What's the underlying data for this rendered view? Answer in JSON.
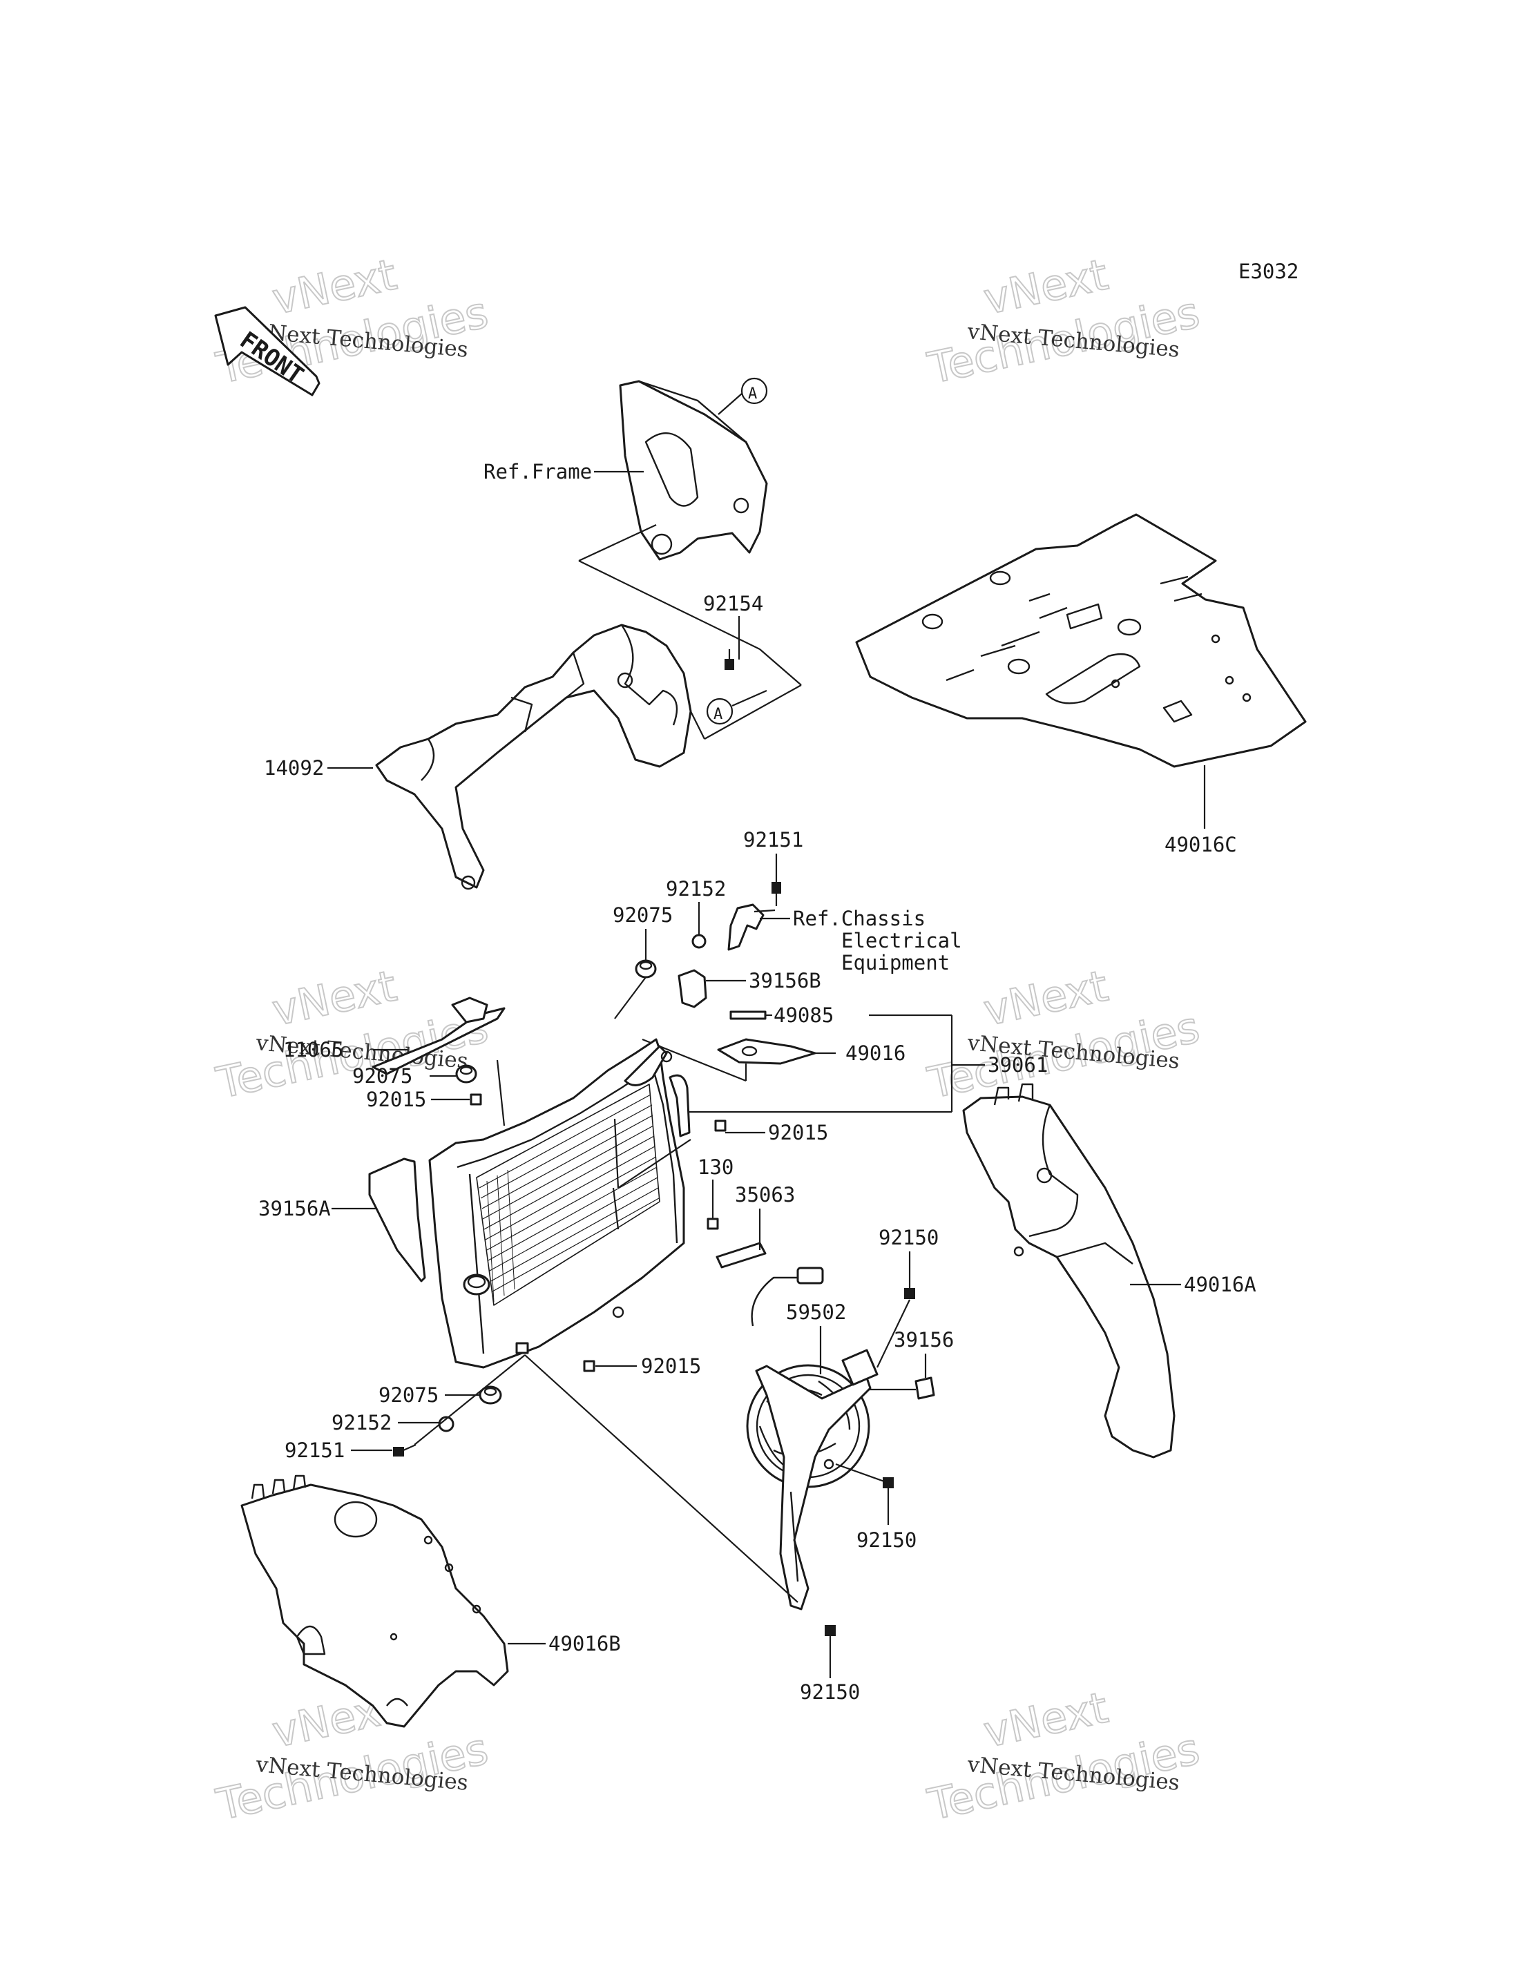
{
  "diagram": {
    "code": "E3032",
    "front_label": "FRONT",
    "circle_ref": "A",
    "refs": {
      "frame": "Ref.Frame",
      "chassis_1": "Ref.Chassis",
      "chassis_2": "Electrical",
      "chassis_3": "Equipment"
    },
    "parts": {
      "p92154": "92154",
      "p14092": "14092",
      "p49016C": "49016C",
      "p92151_top": "92151",
      "p92152_top": "92152",
      "p92075_top": "92075",
      "p39156B": "39156B",
      "p49085": "49085",
      "p49016": "49016",
      "p39061": "39061",
      "p11065": "11065",
      "p92075_mid": "92075",
      "p92015_left": "92015",
      "p92015_right": "92015",
      "p39156A": "39156A",
      "p130": "130",
      "p35063": "35063",
      "p92150_a": "92150",
      "p59502": "59502",
      "p39156": "39156",
      "p49016A": "49016A",
      "p92015_bottom": "92015",
      "p92075_low": "92075",
      "p92152_low": "92152",
      "p92151_low": "92151",
      "p92150_b": "92150",
      "p49016B": "49016B",
      "p92150_c": "92150"
    }
  },
  "watermark": {
    "line1": "vNext Technologies",
    "line2": "vNext",
    "line3": "Technologies"
  }
}
